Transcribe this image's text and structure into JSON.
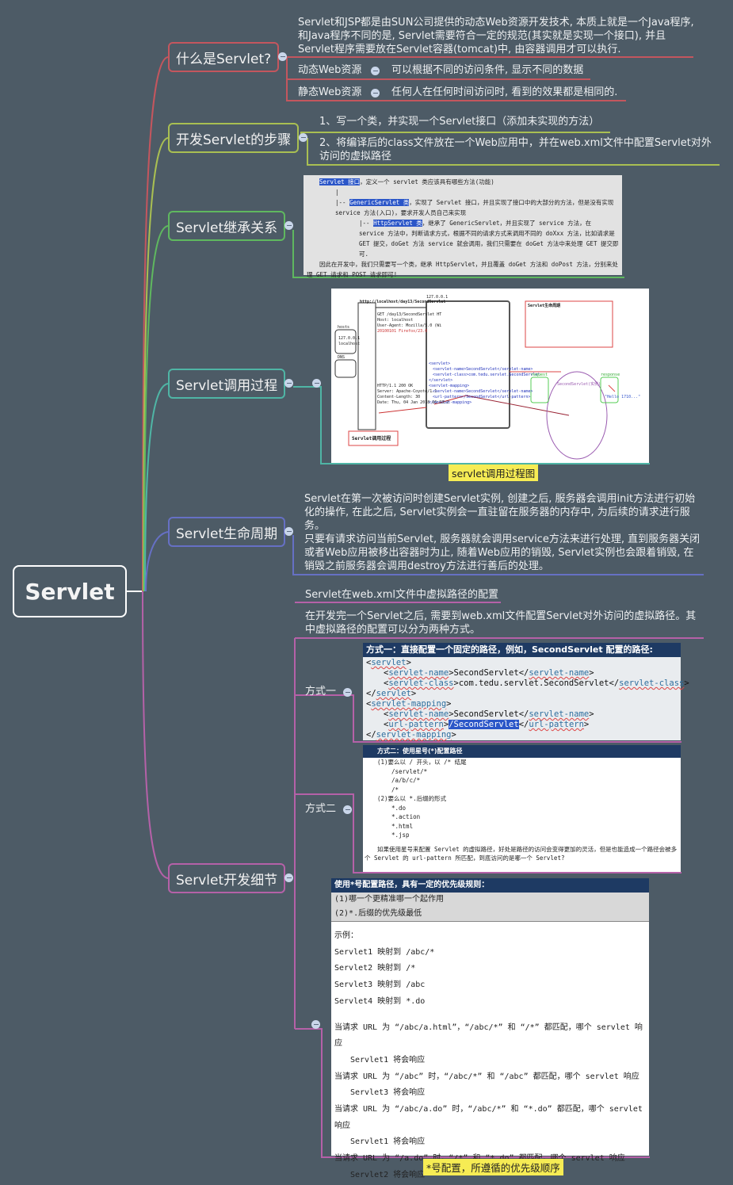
{
  "root": {
    "label": "Servlet"
  },
  "colors": {
    "background": "#4d5b66",
    "branch_what": "#c4565e",
    "branch_steps": "#a9bf52",
    "branch_inherit": "#5fb85f",
    "branch_invoke": "#4fb5a5",
    "branch_lifecycle": "#6670c4",
    "branch_details": "#b561a8",
    "caption_bg": "#f6ec54",
    "code_header": "#1e3a63"
  },
  "what_is_servlet": {
    "label": "什么是Servlet?",
    "description": "Servlet和JSP都是由SUN公司提供的动态Web资源开发技术, 本质上就是一个Java程序, 和Java程序不同的是, Servlet需要符合一定的规范(其实就是实现一个接口), 并且Servlet程序需要放在Servlet容器(tomcat)中, 由容器调用才可以执行.",
    "dynamic": {
      "label": "动态Web资源",
      "text": "可以根据不同的访问条件, 显示不同的数据"
    },
    "static": {
      "label": "静态Web资源",
      "text": "任何人在任何时间访问时, 看到的效果都是相同的."
    }
  },
  "dev_steps": {
    "label": "开发Servlet的步骤",
    "steps": [
      "1、写一个类，并实现一个Servlet接口（添加未实现的方法）",
      "2、将编译后的class文件放在一个Web应用中，并在web.xml文件中配置Servlet对外访问的虚拟路径"
    ]
  },
  "inheritance": {
    "label": "Servlet继承关系",
    "servlet_iface": "Servlet 接口",
    "servlet_iface_text": "，定义一个 servlet 类应该具有哪些方法(功能)",
    "generic": "GenericServlet 类",
    "generic_text": "，实现了 Servlet 接口，并且实现了接口中的大部分的方法，但是没有实现 service 方法(入口)，要求开发人员自己来实现",
    "http": "HttpServlet 类",
    "http_text": "，继承了 GenericServlet，并且实现了 service 方法，在 service 方法中，判断请求方式，根据不同的请求方式来调用不同的 doXxx 方法，比如请求是 GET 提交，doGet 方法 service 就会调用，我们只需要在 doGet 方法中来处理 GET 提交即可.",
    "summary": "因此在开发中，我们只需要写一个类，继承 HttpServlet，并且覆盖 doGet 方法和 doPost 方法，分别来处理 GET 请求和 POST 请求即可!"
  },
  "invocation": {
    "label": "Servlet调用过程",
    "caption": "servlet调用过程图",
    "diagram": {
      "url": "http://localhost/day13/SecondServlet",
      "host_box": "hosts",
      "host_lines": [
        "127.0.0.1",
        "localhost"
      ],
      "dns_box": "DNS",
      "server_ip": "127.0.0.1",
      "request_lines": [
        "GET /day13/SecondServlet HT",
        "Host: localhost",
        "User-Agent: Mozilla/5.0 (Wi",
        "20100101 Firefox/23.0"
      ],
      "response_lines": [
        "HTTP/1.1 200 OK",
        "Server: Apache-Coyote/1.1",
        "Content-Length: 30",
        "Date: Thu, 04 Jan 2018 06:23:2"
      ],
      "xml_lines": [
        "<servlet>",
        "<servlet-name>SecondServlet</servlet-name>",
        "<servlet-class>com.tedu.servlet.SecondServlet",
        "</servlet>",
        "<servlet-mapping>",
        "<servlet-name>SecondServlet</servlet-name>",
        "<url-pattern>/SecondServlet</url-pattern>",
        "</servlet-mapping>"
      ],
      "lifecycle_box_title": "Servlet生命周期",
      "instance_label": "SecondServlet(实例)",
      "request_box": "request",
      "response_box": "response",
      "hello": "\"Hello 1710...\"",
      "title_box": "Servlet调用过程"
    }
  },
  "lifecycle": {
    "label": "Servlet生命周期",
    "paragraphs": [
      "Servlet在第一次被访问时创建Servlet实例, 创建之后, 服务器会调用init方法进行初始化的操作, 在此之后, Servlet实例会一直驻留在服务器的内存中, 为后续的请求进行服务。",
      "只要有请求访问当前Servlet, 服务器就会调用service方法来进行处理, 直到服务器关闭或者Web应用被移出容器时为止, 随着Web应用的销毁, Servlet实例也会跟着销毁, 在销毁之前服务器会调用destroy方法进行善后的处理。"
    ]
  },
  "details": {
    "label": "Servlet开发细节",
    "heading": "Servlet在web.xml文件中虚拟路径的配置",
    "intro": "在开发完一个Servlet之后, 需要到web.xml文件配置Servlet对外访问的虚拟路径。其中虚拟路径的配置可以分为两种方式。",
    "way1": {
      "label": "方式一",
      "header": "方式一：直接配置一个固定的路径，例如，SecondServlet 配置的路径:",
      "servlet_name": "SecondServlet",
      "servlet_class": "com.tedu.servlet.SecondServlet",
      "url_pattern": "/SecondServlet"
    },
    "way2": {
      "label": "方式二",
      "header": "方式二：使用星号(*)配置路径",
      "rule1": "(1)要么以 / 开头，以 /* 结尾",
      "rule1_examples": [
        "/servlet/*",
        "/a/b/c/*",
        "/*"
      ],
      "rule2": "(2)要么以 *.后缀的形式",
      "rule2_examples": [
        "*.do",
        "*.action",
        "*.html",
        "*.jsp"
      ],
      "note": "如果使用星号来配置 Servlet 的虚拟路径，好处是路径的访问会变得更加的灵活，但是也能造成一个路径会被多个 Servlet 的 url-pattern 所匹配，到底访问的是哪一个 Servlet?"
    },
    "priority": {
      "header": "使用*号配置路径，具有一定的优先级规则：",
      "rules": [
        "(1)哪一个更精准哪一个起作用",
        "(2)*.后缀的优先级最低"
      ],
      "example_label": "示例：",
      "mappings": [
        "Servlet1 映射到 /abc/*",
        "Servlet2 映射到 /*",
        "Servlet3 映射到 /abc",
        "Servlet4 映射到 *.do"
      ],
      "cases": [
        {
          "q": "当请求 URL 为 “/abc/a.html”，“/abc/*” 和 “/*” 都匹配，哪个 servlet 响应",
          "a": "Servlet1 将会响应"
        },
        {
          "q": "当请求 URL 为 “/abc” 时，“/abc/*” 和 “/abc” 都匹配，哪个 servlet 响应",
          "a": "Servlet3 将会响应"
        },
        {
          "q": "当请求 URL 为 “/abc/a.do” 时，“/abc/*” 和 “*.do” 都匹配，哪个 servlet 响应",
          "a": "Servlet1 将会响应"
        },
        {
          "q": "当请求 URL 为 “/a.do” 时，“/*” 和 “*.do” 都匹配，哪个 servlet 响应",
          "a": "Servlet2 将会响应"
        }
      ],
      "caption": "*号配置，所遵循的优先级顺序"
    }
  }
}
